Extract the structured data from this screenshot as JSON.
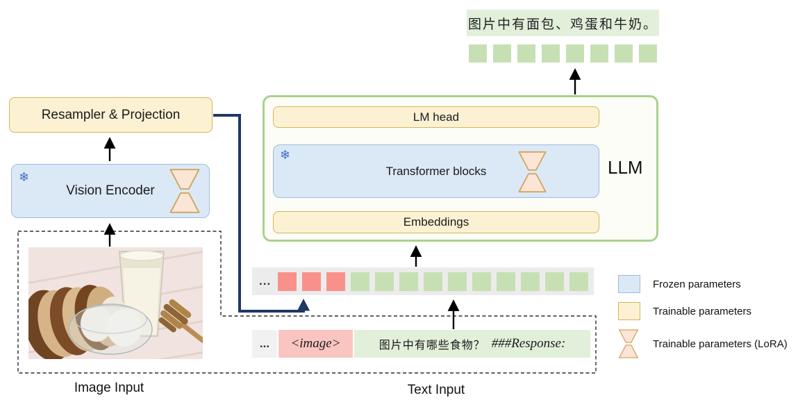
{
  "output": {
    "sentence": "图片中有面包、鸡蛋和牛奶。",
    "token_count": 8
  },
  "llm": {
    "title": "LLM",
    "lm_head": "LM head",
    "transformer": "Transformer blocks",
    "embeddings": "Embeddings"
  },
  "vision": {
    "resampler": "Resampler & Projection",
    "encoder": "Vision Encoder"
  },
  "tokens": {
    "ellipsis": "...",
    "image_token_count": 3,
    "text_token_count": 10
  },
  "prompt": {
    "ellipsis": "...",
    "image_token": "<image>",
    "question": "图片中有哪些食物？",
    "response_marker": "###Response:"
  },
  "labels": {
    "image_input": "Image Input",
    "text_input": "Text Input"
  },
  "legend": [
    {
      "type": "frozen",
      "label": "Frozen parameters"
    },
    {
      "type": "trainable",
      "label": "Trainable parameters"
    },
    {
      "type": "lora",
      "label": "Trainable parameters (LoRA)"
    }
  ],
  "icons": {
    "snowflake": "❄"
  },
  "colors": {
    "frozen_fill": "#DBE9F6",
    "frozen_border": "#9FB9E0",
    "trainable_fill": "#FCF2D3",
    "trainable_border": "#D2B45A",
    "lora_fill": "#FBE5D6",
    "lora_border": "#D0A55E",
    "llm_box_border": "#A9D18E",
    "llm_box_fill": "#FCFDF6",
    "token_green": "#C6E0B4",
    "token_red": "#F9918B",
    "prompt_pink": "#F9C5C1",
    "output_green_bg": "#E2EFDA",
    "token_bar_gray": "#ECECEC",
    "connector_navy": "#1F3864",
    "snowflake_blue": "#4472C4"
  }
}
